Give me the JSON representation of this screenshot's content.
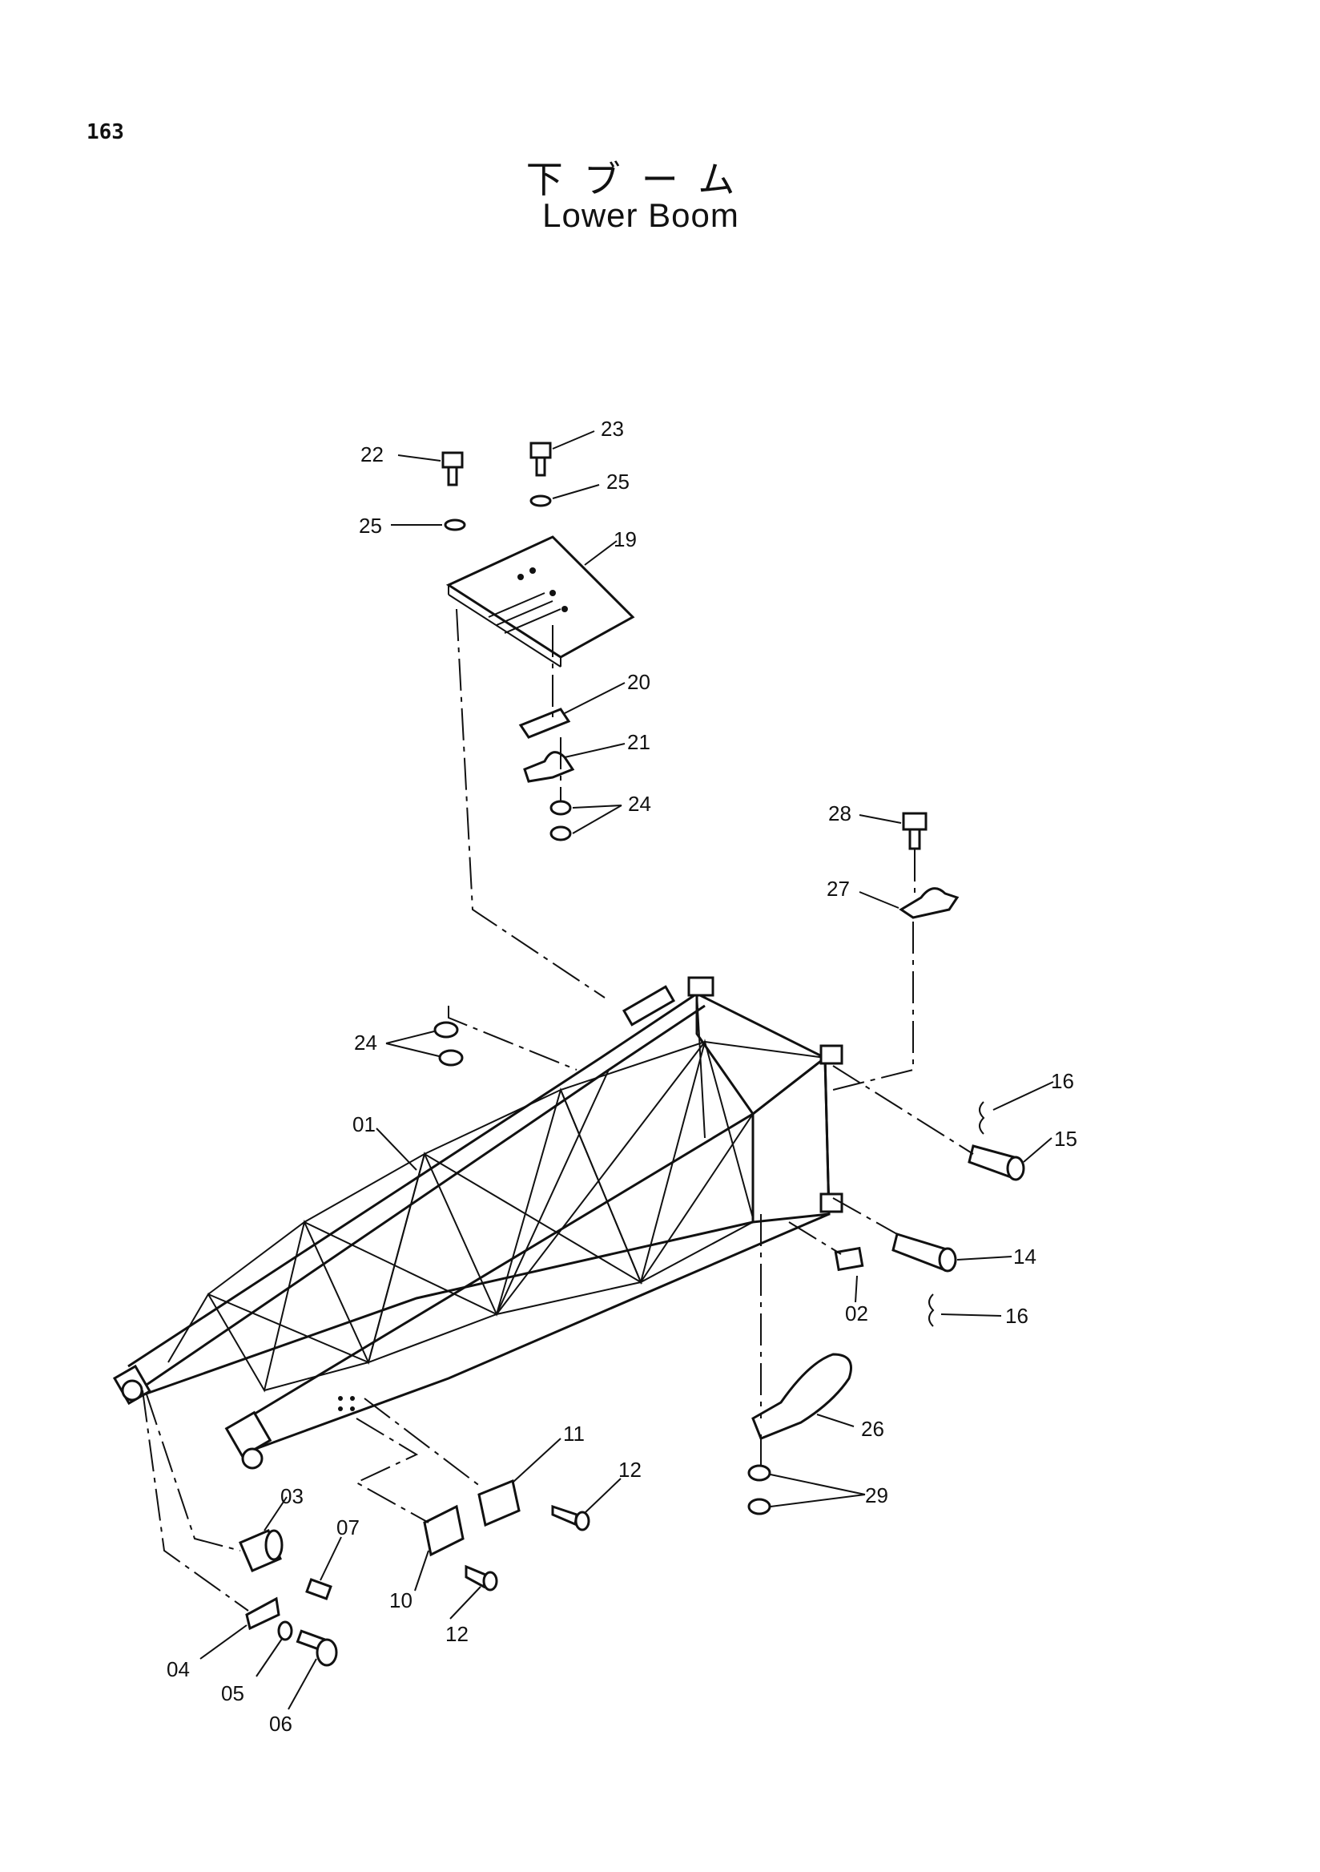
{
  "page_number": "163",
  "title_jp": "下ブーム",
  "title_en": "Lower Boom",
  "callouts": {
    "c01": "01",
    "c02": "02",
    "c03": "03",
    "c04": "04",
    "c05": "05",
    "c06": "06",
    "c07": "07",
    "c10": "10",
    "c11": "11",
    "c12a": "12",
    "c12b": "12",
    "c14": "14",
    "c15": "15",
    "c16a": "16",
    "c16b": "16",
    "c19": "19",
    "c20": "20",
    "c21": "21",
    "c22": "22",
    "c23": "23",
    "c24a": "24",
    "c24b": "24",
    "c25a": "25",
    "c25b": "25",
    "c26": "26",
    "c27": "27",
    "c28": "28",
    "c29": "29"
  }
}
